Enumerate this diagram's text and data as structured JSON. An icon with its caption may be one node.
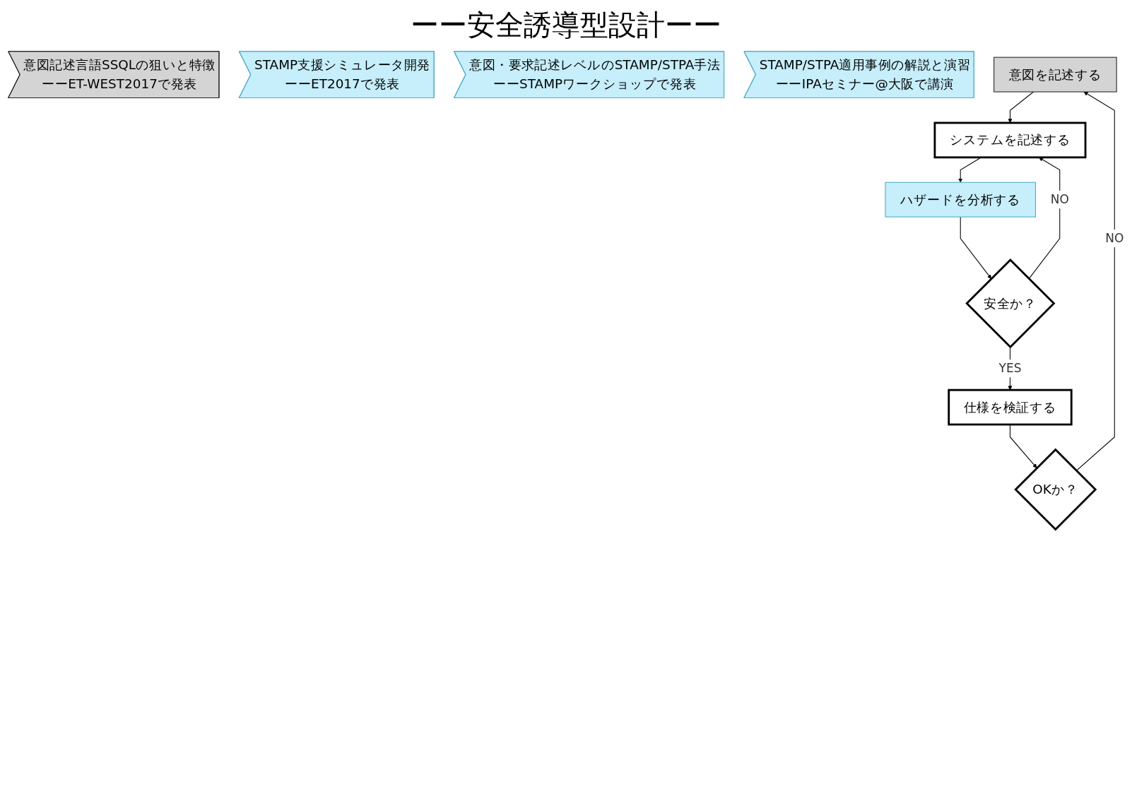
{
  "diagram": {
    "title": "ーー安全誘導型設計ーー",
    "nodes": [
      {
        "text": [
          "意図記述言語SSQLの狙いと特徴",
          "ーーET-WEST2017で発表"
        ]
      },
      {
        "text": [
          "STAMP支援シミュレータ開発",
          "ーーET2017で発表"
        ]
      },
      {
        "text": [
          "意図・要求記述レベルのSTAMP/STPA手法",
          "ーーSTAMPワークショップで発表"
        ]
      },
      {
        "text": [
          "STAMP/STPA適用事例の解説と演習",
          "ーーIPAセミナー@大阪で講演"
        ]
      },
      {
        "text": [
          "意図を記述する"
        ]
      },
      {
        "text": [
          "システムを記述する"
        ]
      },
      {
        "text": [
          "ハザードを分析する"
        ]
      },
      {
        "text": [
          "安全か？"
        ]
      },
      {
        "text": [
          "仕様を検証する"
        ]
      },
      {
        "text": [
          "OKか？"
        ]
      }
    ],
    "edges": [
      {
        "from": 4,
        "to": 5,
        "arrow": "to"
      },
      {
        "from": 5,
        "to": 6,
        "arrow": "to"
      },
      {
        "from": 6,
        "to": 7,
        "arrow": "to"
      },
      {
        "from": 7,
        "to": 5,
        "label": "NO",
        "arrow": "to"
      },
      {
        "from": 7,
        "to": 8,
        "label": "YES",
        "arrow": "to"
      },
      {
        "from": 8,
        "to": 9,
        "arrow": "to"
      },
      {
        "from": 9,
        "to": 4,
        "label": "NO",
        "arrow": "to"
      }
    ]
  }
}
